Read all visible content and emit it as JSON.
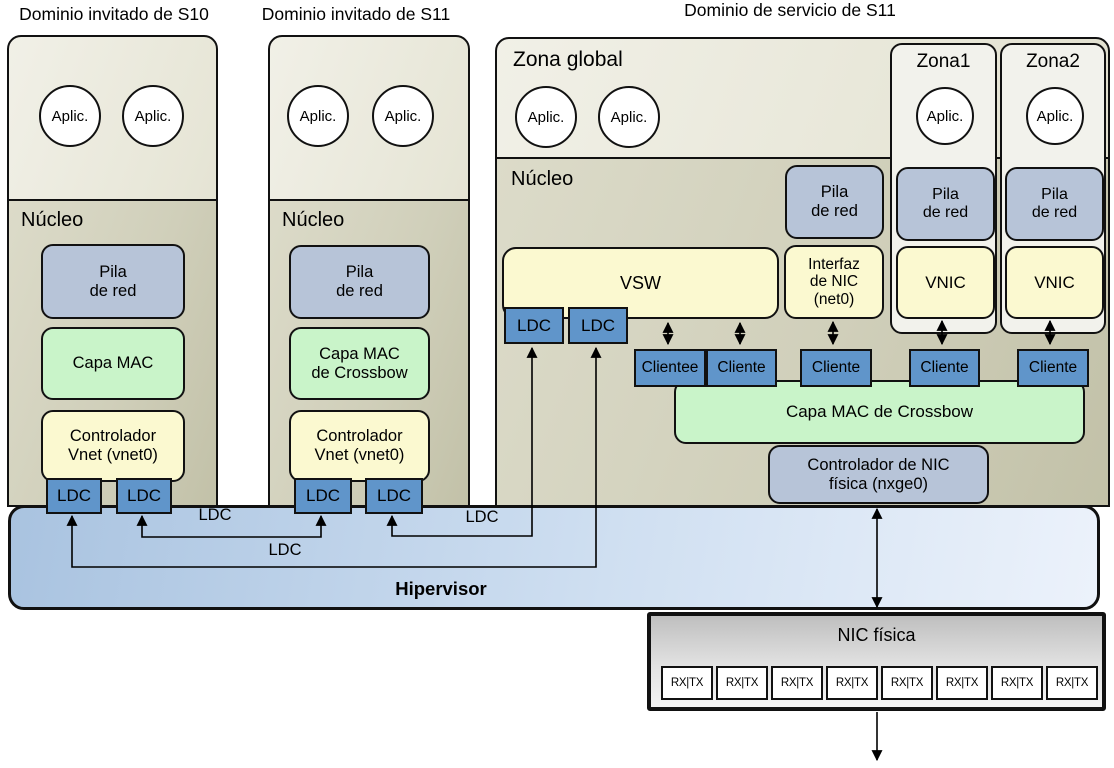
{
  "titles": {
    "s10": "Dominio invitado de S10",
    "s11": "Dominio invitado de S11",
    "service": "Dominio de servicio de S11"
  },
  "s10": {
    "apps": [
      "Aplic.",
      "Aplic."
    ],
    "kernel": "Núcleo",
    "stack": "Pila\nde red",
    "mac": "Capa MAC",
    "vnet": "Controlador\nVnet (vnet0)",
    "ldc1": "LDC",
    "ldc2": "LDC"
  },
  "s11": {
    "apps": [
      "Aplic.",
      "Aplic."
    ],
    "kernel": "Núcleo",
    "stack": "Pila\nde red",
    "mac": "Capa MAC\nde Crossbow",
    "vnet": "Controlador\nVnet (vnet0)",
    "ldc1": "LDC",
    "ldc2": "LDC"
  },
  "service": {
    "global_zone": "Zona global",
    "apps": [
      "Aplic.",
      "Aplic."
    ],
    "kernel": "Núcleo",
    "vsw": "VSW",
    "ldc1": "LDC",
    "ldc2": "LDC",
    "global_stack": "Pila\nde red",
    "nic_interface": "Interfaz\nde NIC\n(net0)",
    "clients": [
      "Clientee",
      "Cliente",
      "Cliente",
      "Cliente",
      "Cliente"
    ],
    "crossbow_mac": "Capa MAC de Crossbow",
    "physical_nic_driver": "Controlador de NIC\nfísica (nxge0)",
    "zones": [
      {
        "name": "Zona1",
        "app": "Aplic.",
        "stack": "Pila\nde red",
        "vnic": "VNIC"
      },
      {
        "name": "Zona2",
        "app": "Aplic.",
        "stack": "Pila\nde red",
        "vnic": "VNIC"
      }
    ]
  },
  "hypervisor": {
    "label": "Hipervisor",
    "channels": [
      "LDC",
      "LDC",
      "LDC"
    ]
  },
  "physical_nic": {
    "label": "NIC física",
    "queues": [
      "RX|TX",
      "RX|TX",
      "RX|TX",
      "RX|TX",
      "RX|TX",
      "RX|TX",
      "RX|TX",
      "RX|TX"
    ]
  },
  "colors": {
    "ldc_blue": "#6095ca",
    "stack_blue": "#b7c4d8",
    "mac_green": "#c9f4c9",
    "driver_yellow": "#fbf9d0",
    "hypervisor_blue": "#b5cce6",
    "domain_beige": "#e9e8da",
    "kernel_khaki": "#cecdb8",
    "zone_fill": "#f2f2ec"
  }
}
